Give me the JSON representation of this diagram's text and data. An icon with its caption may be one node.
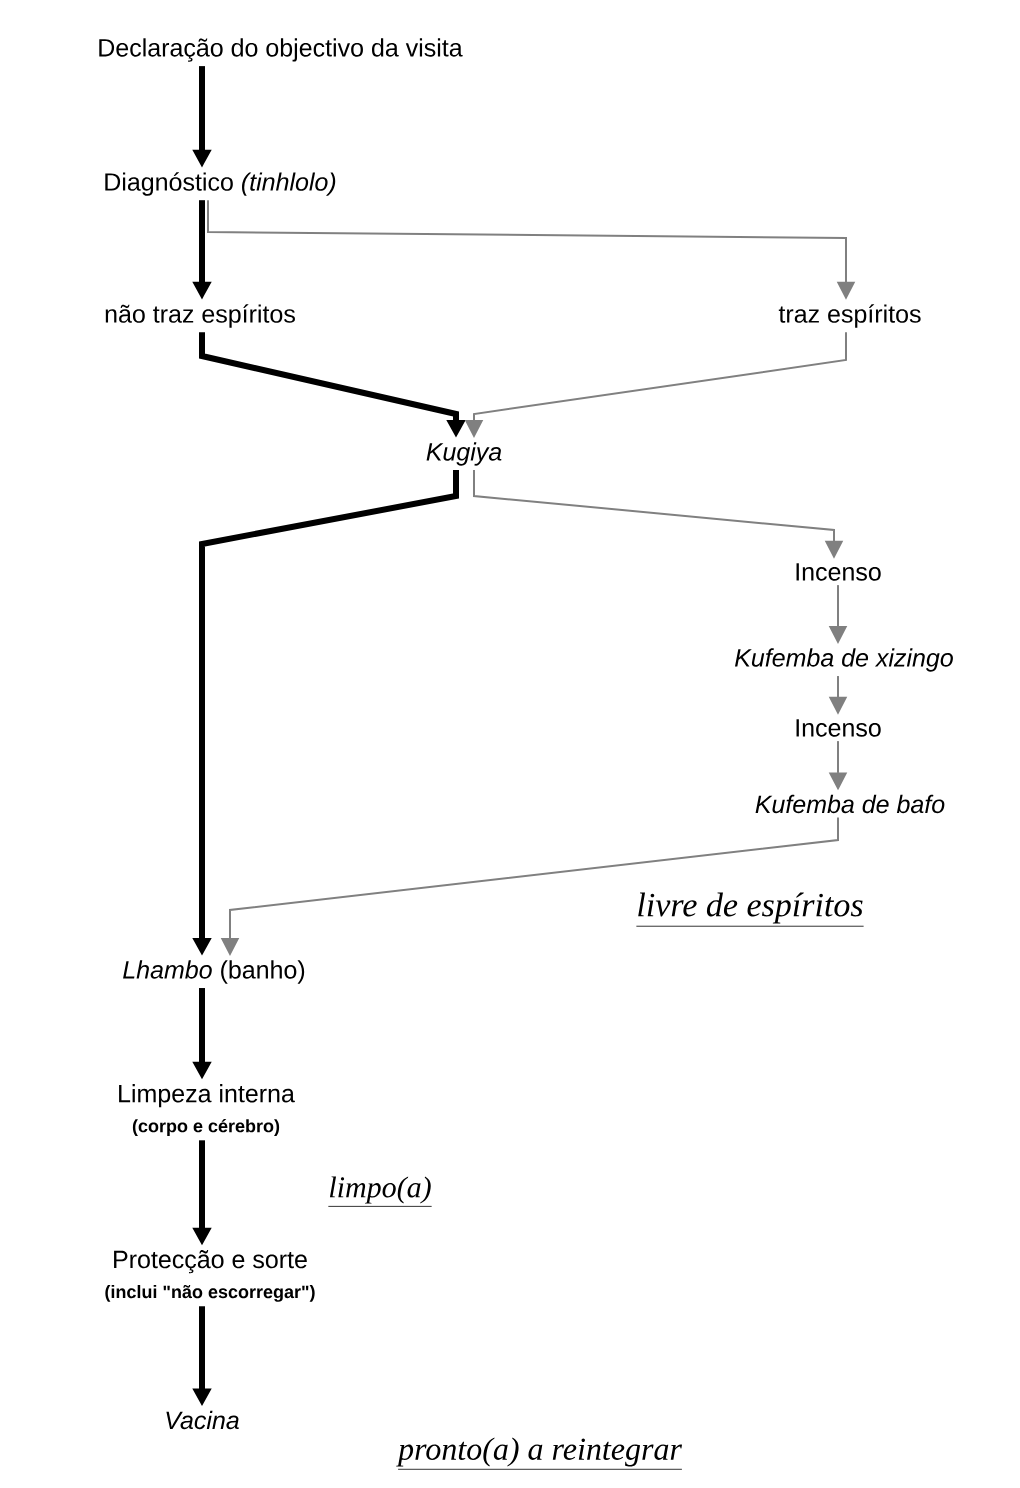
{
  "diagram": {
    "nodes": [
      {
        "text": [
          "Declaração do objectivo da visita"
        ]
      },
      {
        "text": [
          "Diagnóstico *(tinhlolo)*"
        ]
      },
      {
        "text": [
          "não traz espíritos"
        ]
      },
      {
        "text": [
          "traz espíritos"
        ]
      },
      {
        "text": [
          "Kugiya"
        ]
      },
      {
        "text": [
          "Incenso"
        ]
      },
      {
        "text": [
          "Kufemba de xizingo"
        ]
      },
      {
        "text": [
          "Incenso"
        ]
      },
      {
        "text": [
          "Kufemba de bafo"
        ]
      },
      {
        "text": [
          "*Lhambo* (banho)"
        ]
      },
      {
        "text": [
          "Limpeza interna",
          "(corpo e cérebro)"
        ]
      },
      {
        "text": [
          "Protecção e sorte",
          "(inclui \"não escorregar\")"
        ]
      },
      {
        "text": [
          "Vacina"
        ]
      }
    ],
    "edges": [
      {
        "from": 0,
        "to": 1,
        "arrow": "to",
        "style": "thick"
      },
      {
        "from": 1,
        "to": 2,
        "arrow": "to",
        "style": "thick"
      },
      {
        "from": 1,
        "to": 3,
        "arrow": "to",
        "color": "#808080"
      },
      {
        "from": 2,
        "to": 4,
        "arrow": "to",
        "style": "thick"
      },
      {
        "from": 3,
        "to": 4,
        "arrow": "to",
        "color": "#808080"
      },
      {
        "from": 4,
        "to": 9,
        "arrow": "to",
        "style": "thick"
      },
      {
        "from": 4,
        "to": 5,
        "arrow": "to",
        "color": "#808080"
      },
      {
        "from": 5,
        "to": 6,
        "arrow": "to",
        "color": "#808080"
      },
      {
        "from": 6,
        "to": 7,
        "arrow": "to",
        "color": "#808080"
      },
      {
        "from": 7,
        "to": 8,
        "arrow": "to",
        "color": "#808080"
      },
      {
        "from": 8,
        "to": 9,
        "arrow": "to",
        "color": "#808080"
      },
      {
        "from": 9,
        "to": 10,
        "arrow": "to",
        "style": "thick"
      },
      {
        "from": 10,
        "to": 11,
        "arrow": "to",
        "style": "thick"
      },
      {
        "from": 11,
        "to": 12,
        "arrow": "to",
        "style": "thick"
      }
    ],
    "labels": [
      "livre de espíritos",
      "limpo(a)",
      "pronto(a) a reintegrar"
    ]
  }
}
